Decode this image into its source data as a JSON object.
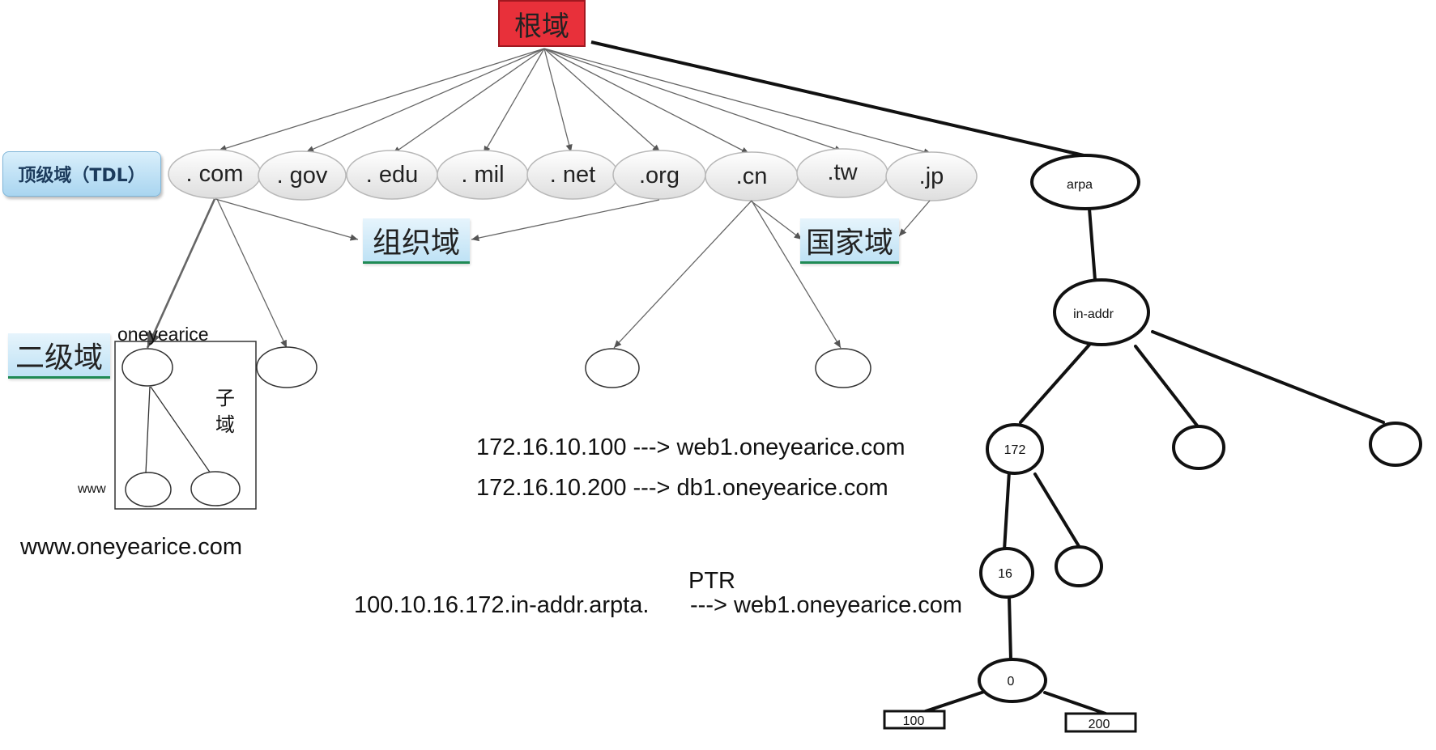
{
  "root": {
    "label": "根域"
  },
  "tld": {
    "label": "顶级域（TDL）",
    "nodes": [
      ". com",
      ". gov",
      ". edu",
      ". mil",
      ". net",
      ".org",
      ".cn",
      ".tw",
      ".jp"
    ]
  },
  "org_domain": {
    "label": "组织域"
  },
  "country_domain": {
    "label": "国家域"
  },
  "second_level": {
    "label": "二级域",
    "box_title": "oneyearice",
    "subdomain_label_1": "子",
    "subdomain_label_2": "域",
    "www_label": "www"
  },
  "fqdn_example": "www.oneyearice.com",
  "mappings": {
    "line1": "172.16.10.100 ---> web1.oneyearice.com",
    "line2": "172.16.10.200 ---> db1.oneyearice.com",
    "ptr_label": "PTR",
    "ptr_left": "100.10.16.172.in-addr.arpta.",
    "ptr_right": "---> web1.oneyearice.com"
  },
  "reverse_tree": {
    "arpa": "arpa",
    "in_addr": "in-addr",
    "n172": "172",
    "n16": "16",
    "n0": "0",
    "leaf100": "100",
    "leaf200": "200"
  }
}
